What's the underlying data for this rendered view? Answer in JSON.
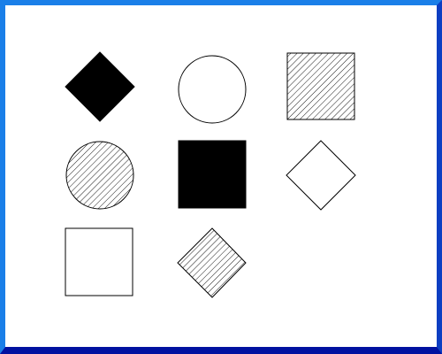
{
  "window": {
    "accent_colors": {
      "frame_light": "#1a7fe8",
      "frame_dark": "#0011a0"
    }
  },
  "shape_grid": {
    "shapes": [
      {
        "name": "filled-diamond",
        "shape": "diamond",
        "fill": "solid"
      },
      {
        "name": "outline-circle",
        "shape": "circle",
        "fill": "none"
      },
      {
        "name": "hatched-square",
        "shape": "square",
        "fill": "hatched"
      },
      {
        "name": "hatched-circle",
        "shape": "circle",
        "fill": "hatched"
      },
      {
        "name": "filled-square",
        "shape": "square",
        "fill": "solid"
      },
      {
        "name": "outline-diamond",
        "shape": "diamond",
        "fill": "none"
      },
      {
        "name": "outline-square",
        "shape": "square",
        "fill": "none"
      },
      {
        "name": "hatched-diamond",
        "shape": "diamond",
        "fill": "hatched"
      }
    ],
    "colors": {
      "stroke": "#000000",
      "solid": "#000000",
      "background": "#ffffff"
    }
  }
}
